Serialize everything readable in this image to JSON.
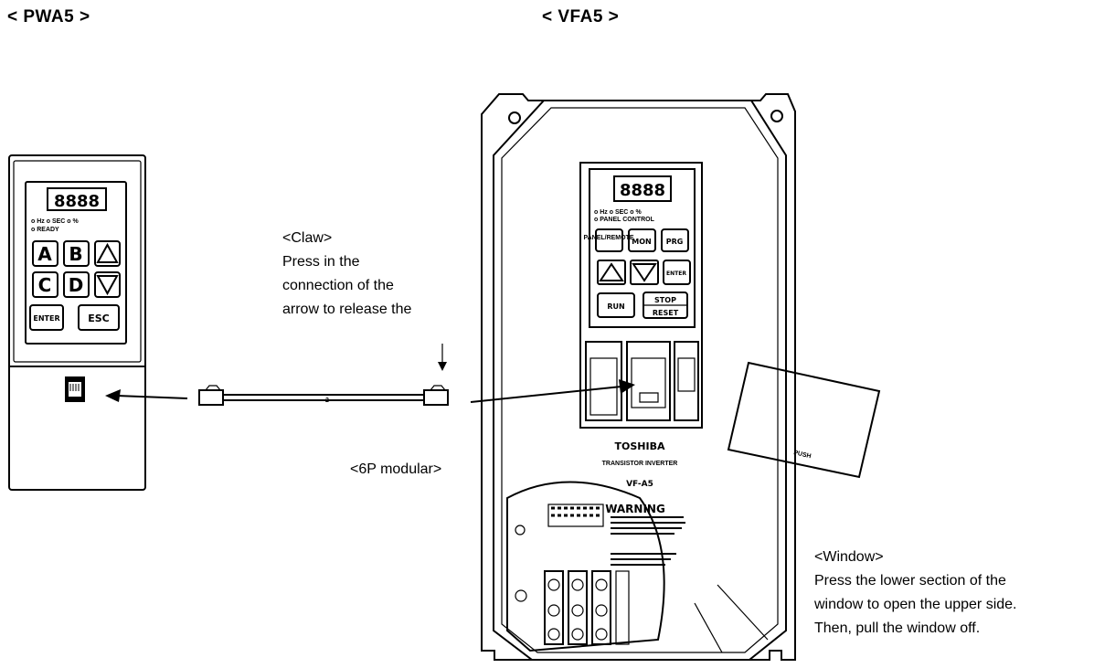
{
  "titles": {
    "left": "< PWA5 >",
    "right": "< VFA5 >"
  },
  "claw": {
    "heading": "<Claw>",
    "line1": "Press in the",
    "line2": "connection of the",
    "line3": "arrow to release the"
  },
  "modular_label": "<6P modular>",
  "window_note": {
    "heading": "<Window>",
    "line1": "Press the lower section of the",
    "line2": "window to open the upper side.",
    "line3": "Then, pull the window off."
  },
  "pwa5": {
    "keys": {
      "a": "A",
      "b": "B",
      "c": "C",
      "d": "D",
      "enter": "ENTER",
      "esc": "ESC"
    },
    "led_row1": "o Hz  o SEC o %",
    "led_row2": "o READY"
  },
  "vfa5": {
    "brand": "TOSHIBA",
    "model": "VF-A5",
    "warning": "WARNING",
    "keys": {
      "panel_remote": "PANEL/REMOTE",
      "mon": "MON",
      "prg": "PRG",
      "enter": "ENTER",
      "run": "RUN",
      "stop": "STOP",
      "reset": "RESET"
    },
    "led_row1": "o Hz  o SEC o %",
    "led_row2": "o PANEL  CONTROL",
    "window_label": "PUSH"
  }
}
